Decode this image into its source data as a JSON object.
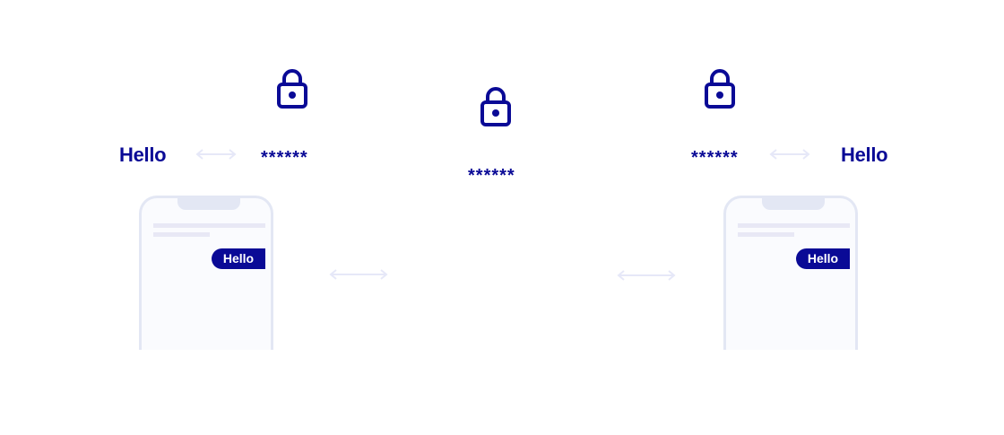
{
  "colors": {
    "primary": "#0a0a96",
    "arrow": "#e6e8f8",
    "phone_frame": "#e3e7f4",
    "phone_screen": "#fafbfe"
  },
  "left": {
    "plain_text": "Hello",
    "encrypted_text": "******",
    "phone_message": "Hello"
  },
  "center": {
    "encrypted_text": "******"
  },
  "right": {
    "plain_text": "Hello",
    "encrypted_text": "******",
    "phone_message": "Hello"
  },
  "icons": {
    "lock": "lock-icon",
    "arrow": "double-arrow-icon"
  }
}
